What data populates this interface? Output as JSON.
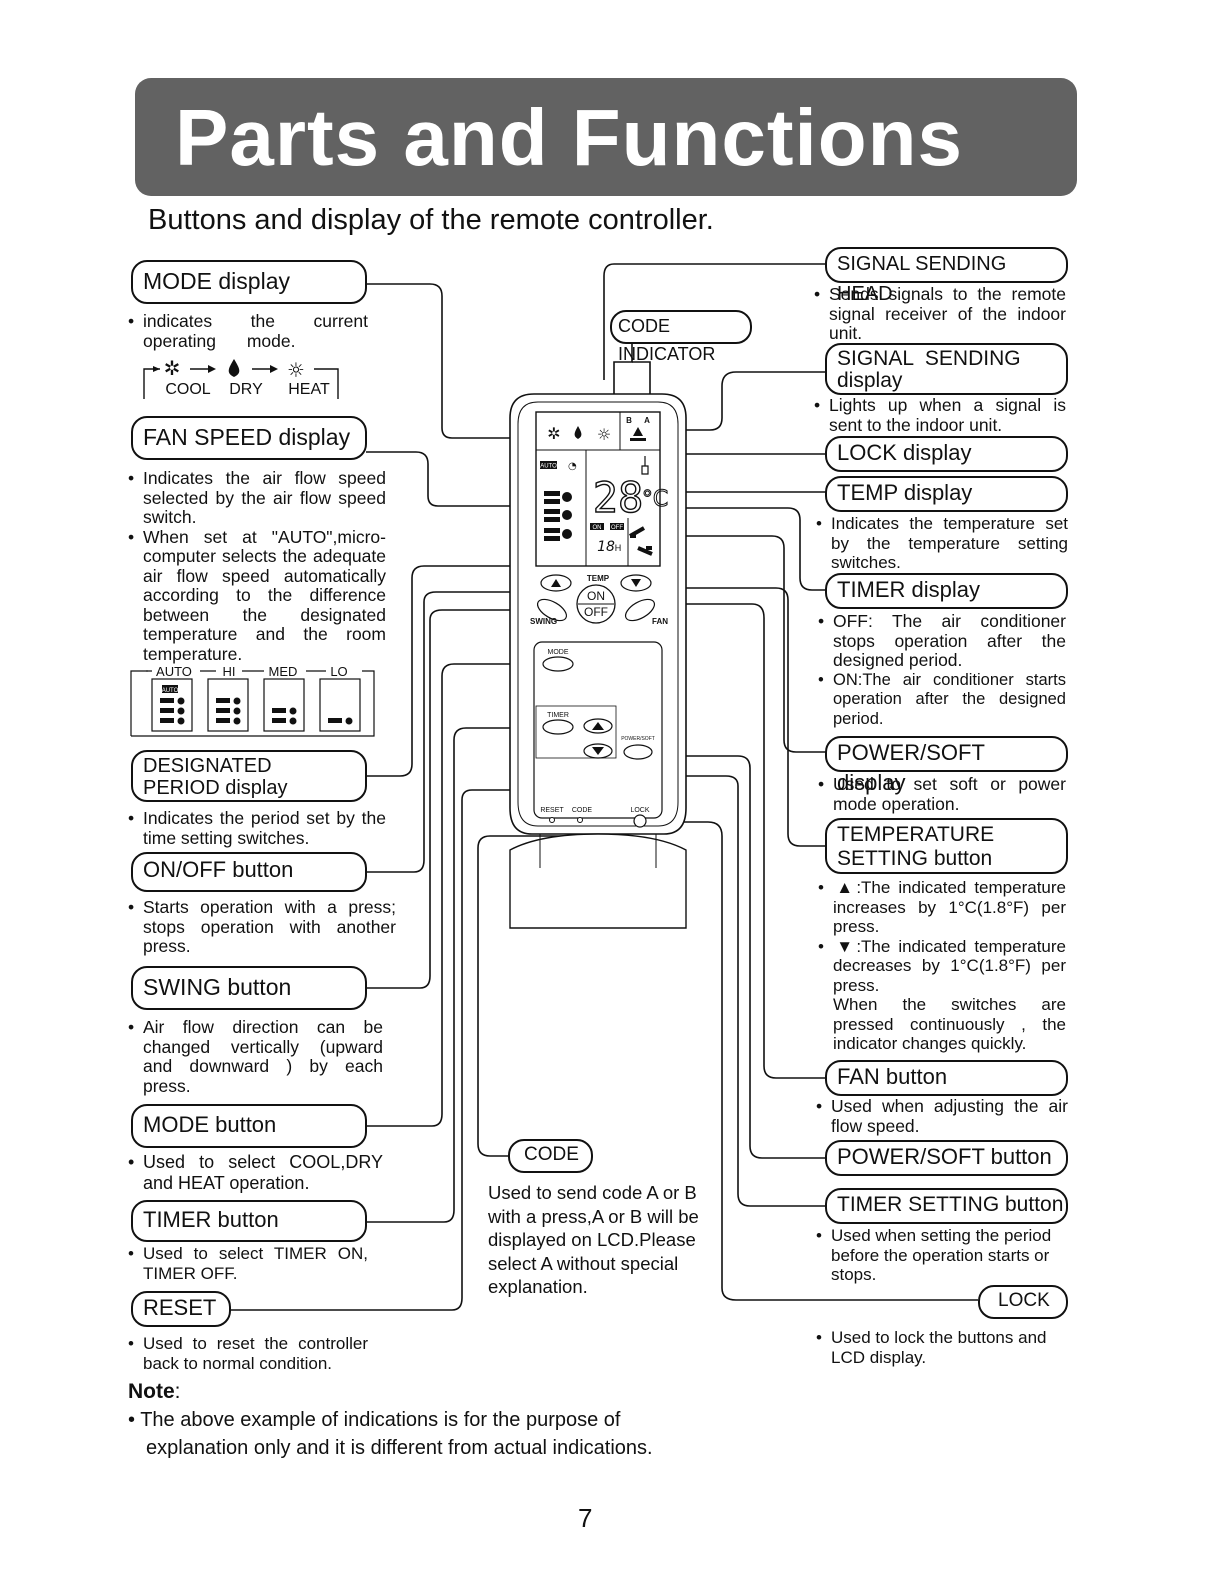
{
  "banner_title": "Parts and Functions",
  "subtitle": "Buttons and display of the remote controller.",
  "left": {
    "mode_display": {
      "label": "MODE display",
      "desc": [
        "indicates the current operating mode."
      ]
    },
    "mode_strip": {
      "cool": "COOL",
      "dry": "DRY",
      "heat": "HEAT"
    },
    "fan_speed_display": {
      "label": "FAN SPEED display",
      "desc": [
        "Indicates the air flow speed selected by the air flow speed switch.",
        "When set at \"AUTO\",micro-computer selects the adequate air flow speed automatically according to the difference between the designated temperature and the room temperature."
      ]
    },
    "fan_strip": {
      "auto": "AUTO",
      "hi": "HI",
      "med": "MED",
      "lo": "LO",
      "badge": "AUTO"
    },
    "designated_period_display": {
      "label_line1": "DESIGNATED",
      "label_line2": "PERIOD display",
      "desc": [
        "Indicates the period set by the time setting switches."
      ]
    },
    "onoff_button": {
      "label": "ON/OFF button",
      "desc": [
        "Starts operation with a press; stops operation with another press."
      ]
    },
    "swing_button": {
      "label": "SWING button",
      "desc": [
        "Air flow direction can be changed vertically (upward and downward ) by each press."
      ]
    },
    "mode_button": {
      "label": "MODE button",
      "desc": [
        "Used to select COOL,DRY and HEAT operation."
      ]
    },
    "timer_button": {
      "label": "TIMER button",
      "desc": [
        "Used to select TIMER ON, TIMER OFF."
      ]
    },
    "reset": {
      "label": "RESET",
      "desc": [
        "Used to reset the controller back to normal condition."
      ]
    }
  },
  "center": {
    "code_indicator": "CODE INDICATOR",
    "code": {
      "label": "CODE",
      "desc": "Used to send code A or B with a press,A or B will be displayed on LCD.Please select A without special explanation."
    }
  },
  "right": {
    "signal_sending_head": {
      "label": "SIGNAL SENDING HEAD",
      "desc": [
        "Sends signals to the remote signal receiver of the indoor unit."
      ]
    },
    "signal_sending_display": {
      "label_line1": "SIGNAL  SENDING",
      "label_line2": "display",
      "desc": [
        "Lights up when a signal is sent to the indoor unit."
      ]
    },
    "lock_display": {
      "label": "LOCK display"
    },
    "temp_display": {
      "label": "TEMP display",
      "desc": [
        "Indicates the temperature set by the temperature setting switches."
      ]
    },
    "timer_display": {
      "label": "TIMER display",
      "desc": [
        "OFF: The air conditioner stops operation after the designed period.",
        "ON:The air conditioner starts operation after the designed period."
      ]
    },
    "power_soft_display": {
      "label": "POWER/SOFT display",
      "desc": [
        "Used to set soft or power mode operation."
      ]
    },
    "temperature_setting_button": {
      "label_line1": "TEMPERATURE",
      "label_line2": "SETTING button",
      "desc": [
        "▲:The indicated temperature increases by 1°C(1.8°F) per press.",
        "▼:The indicated temperature decreases by 1°C(1.8°F) per press."
      ],
      "desc_extra": "When the switches are pressed continuously , the indicator changes quickly."
    },
    "fan_button": {
      "label": "FAN button",
      "desc": [
        "Used when adjusting the air flow speed."
      ]
    },
    "power_soft_button": {
      "label": "POWER/SOFT button"
    },
    "timer_setting_button": {
      "label": "TIMER SETTING button",
      "desc": [
        "Used when setting the period before the operation starts or stops."
      ]
    },
    "lock": {
      "label": "LOCK",
      "desc": [
        "Used to lock the buttons and LCD display."
      ]
    }
  },
  "remote": {
    "temp_value": "28",
    "temp_unit": "°C",
    "timer_value": "18",
    "timer_unit": "H",
    "code_b": "B",
    "code_a": "A",
    "on_badge": "ON",
    "off_badge": "OFF",
    "auto_badge": "AUTO",
    "btn_temp": "TEMP",
    "btn_on": "ON",
    "btn_off": "OFF",
    "btn_swing": "SWING",
    "btn_fan": "FAN",
    "btn_mode": "MODE",
    "btn_timer": "TIMER",
    "btn_powersoft": "POWER/SOFT",
    "btn_reset": "RESET",
    "btn_code": "CODE",
    "btn_lock": "LOCK"
  },
  "note": {
    "title": "Note",
    "text": [
      "The above example of indications is for the purpose of",
      "explanation only and it is different from actual indications."
    ]
  },
  "page_number": "7"
}
